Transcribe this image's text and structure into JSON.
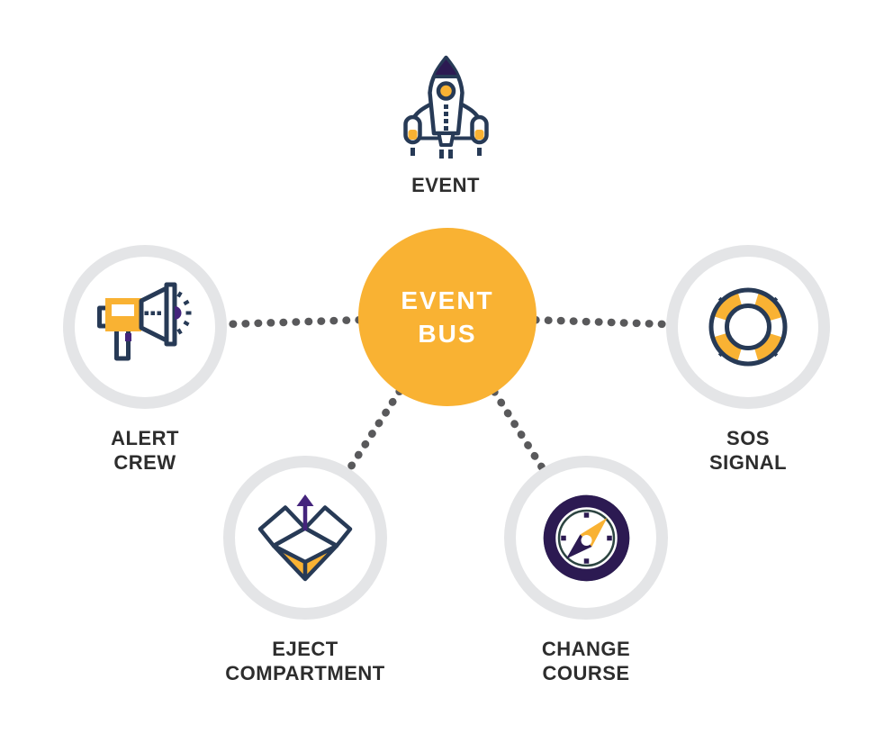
{
  "colors": {
    "background": "#FFFFFF",
    "yellow": "#F9B233",
    "navy": "#273A56",
    "purple_dark": "#2C1A52",
    "purple_accent": "#44247C",
    "compass_outline": "#2C4441",
    "ring_gray": "#E4E5E7",
    "dot_gray": "#59595B",
    "label_text": "#2D2D2D",
    "center_text": "#FFFFFF"
  },
  "center": {
    "lines": [
      "EVENT",
      "BUS"
    ]
  },
  "top_node": {
    "label": "EVENT",
    "icon": "rocket-icon"
  },
  "nodes": [
    {
      "id": "alert-crew",
      "icon": "megaphone-icon",
      "lines": [
        "ALERT",
        "CREW"
      ]
    },
    {
      "id": "sos-signal",
      "icon": "life-ring-icon",
      "lines": [
        "SOS",
        "SIGNAL"
      ]
    },
    {
      "id": "eject-compartment",
      "icon": "open-box-icon",
      "lines": [
        "EJECT",
        "COMPARTMENT"
      ]
    },
    {
      "id": "change-course",
      "icon": "compass-icon",
      "lines": [
        "CHANGE",
        "COURSE"
      ]
    }
  ]
}
